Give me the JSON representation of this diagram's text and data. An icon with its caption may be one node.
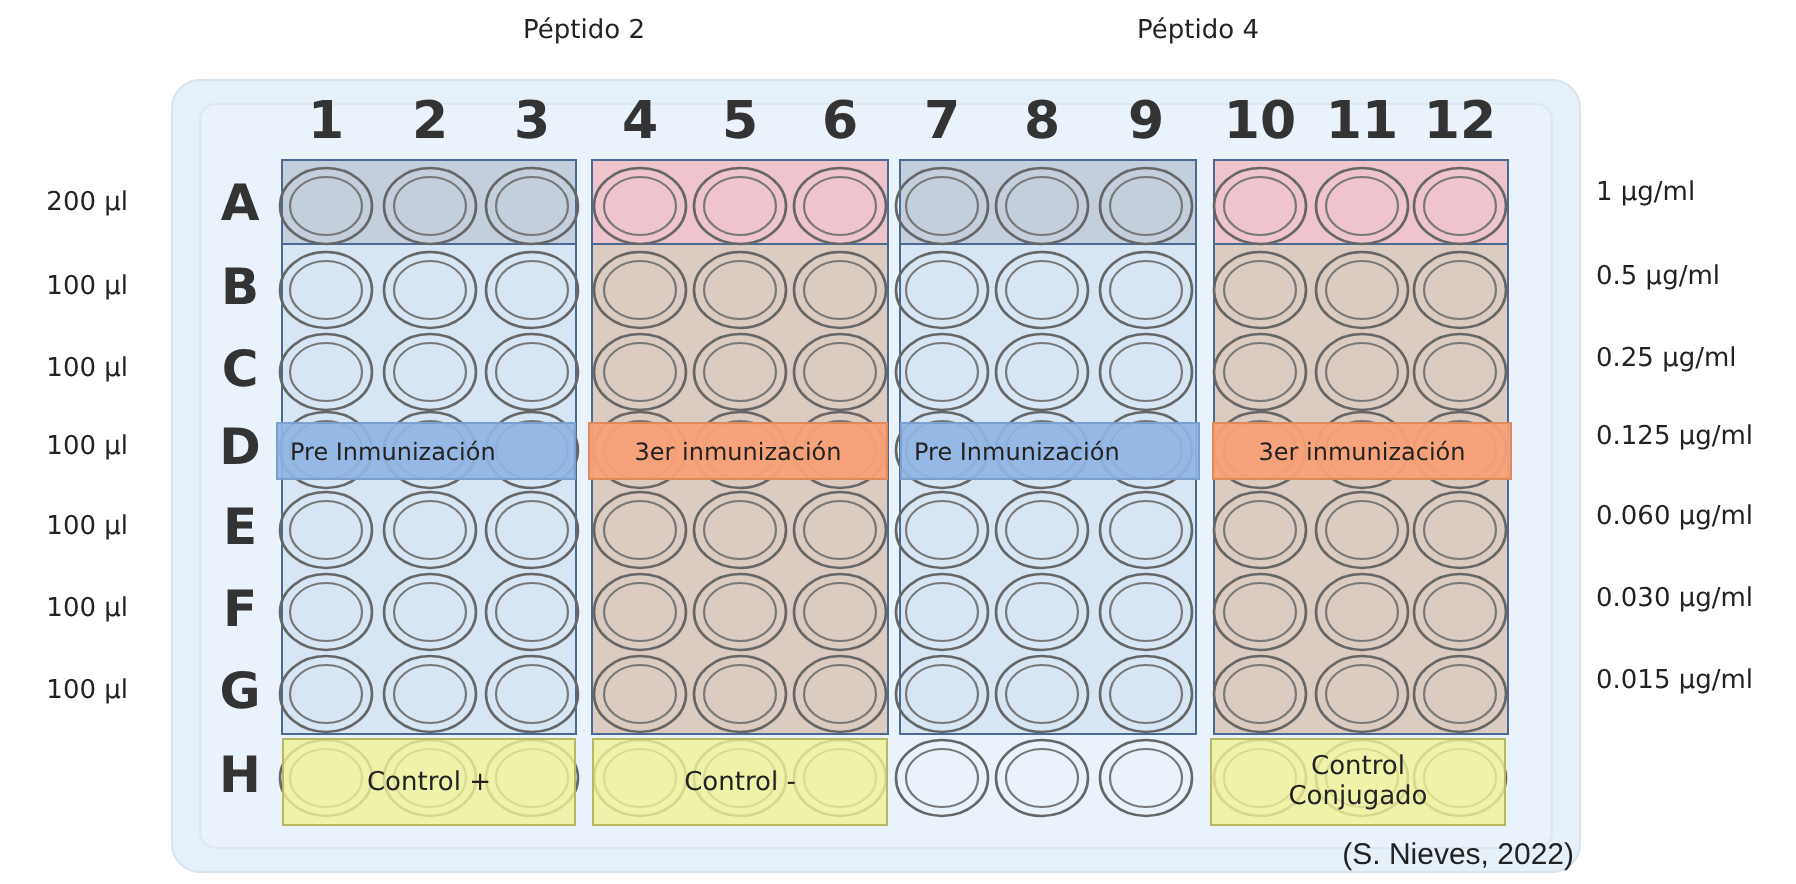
{
  "diagram": {
    "caption": "(S. Nieves, 2022)",
    "nodes": [
      {
        "text": [
          "Pre Inmunización"
        ]
      },
      {
        "text": [
          "3er inmunización"
        ]
      },
      {
        "text": [
          "Pre Inmunización"
        ]
      },
      {
        "text": [
          "3er inmunización"
        ]
      },
      {
        "text": [
          "Control +"
        ]
      },
      {
        "text": [
          "Control -"
        ]
      },
      {
        "text": [
          "Control Conjugado"
        ]
      }
    ],
    "labels": [
      "Péptido 2",
      "Péptido 4",
      "1",
      "2",
      "3",
      "4",
      "5",
      "6",
      "7",
      "8",
      "9",
      "10",
      "11",
      "12",
      "200 µl",
      "A",
      "1 µg/ml",
      "100 µl",
      "B",
      "0.5 µg/ml",
      "100 µl",
      "C",
      "0.25 µg/ml",
      "100 µl",
      "D",
      "0.125 µg/ml",
      "100 µl",
      "E",
      "0.060 µg/ml",
      "100 µl",
      "F",
      "0.030 µg/ml",
      "100 µl",
      "G",
      "0.015 µg/ml",
      "H"
    ]
  }
}
